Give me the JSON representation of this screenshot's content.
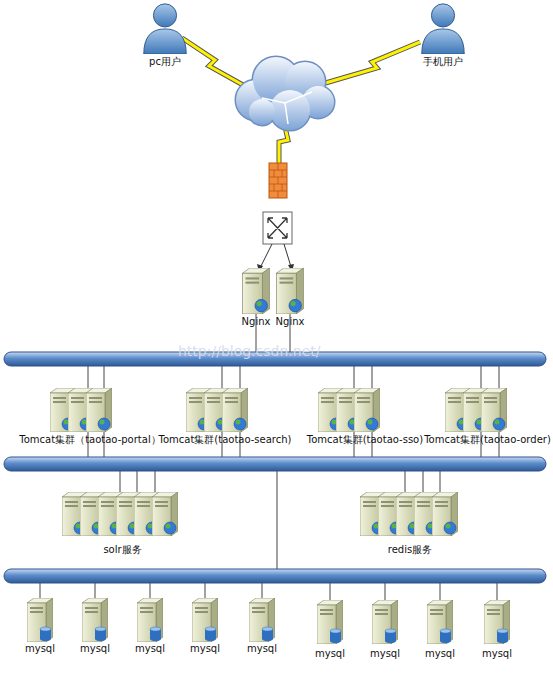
{
  "diagram": {
    "nodes": [
      {
        "text": [
          "pc用户"
        ]
      },
      {
        "text": [
          "手机用户"
        ]
      },
      {
        "text": [
          "Nginx"
        ]
      },
      {
        "text": [
          "Nginx"
        ]
      },
      {
        "text": [
          "Tomcat集群（taotao-portal）"
        ]
      },
      {
        "text": [
          "Tomcat集群(taotao-search)"
        ]
      },
      {
        "text": [
          "Tomcat集群(taotao-sso)"
        ]
      },
      {
        "text": [
          "Tomcat集群(taotao-order)"
        ]
      },
      {
        "text": [
          "solr服务"
        ]
      },
      {
        "text": [
          "redis服务"
        ]
      },
      {
        "text": [
          "mysql"
        ]
      },
      {
        "text": [
          "mysql"
        ]
      },
      {
        "text": [
          "mysql"
        ]
      },
      {
        "text": [
          "mysql"
        ]
      },
      {
        "text": [
          "mysql"
        ]
      },
      {
        "text": [
          "mysql"
        ]
      },
      {
        "text": [
          "mysql"
        ]
      },
      {
        "text": [
          "mysql"
        ]
      },
      {
        "text": [
          "mysql"
        ]
      }
    ],
    "labels": [
      "http://blog.csdn.net/"
    ]
  }
}
